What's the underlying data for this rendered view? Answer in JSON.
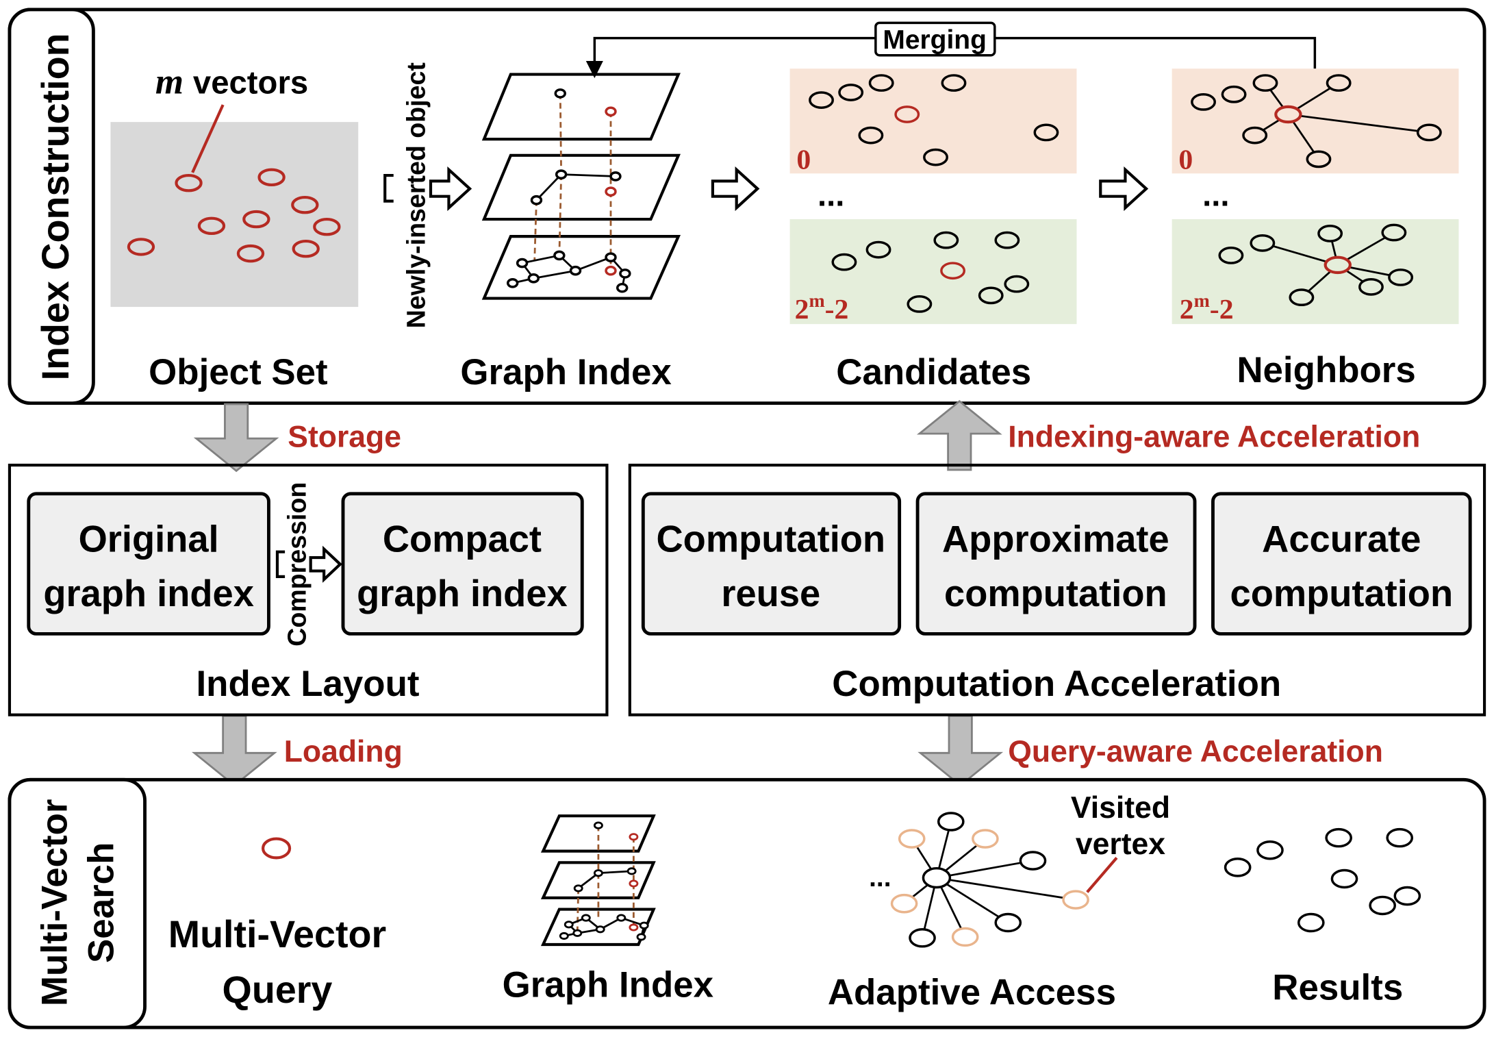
{
  "colors": {
    "accent_red": "#b52a22",
    "visited_orange": "#e9b48c",
    "level_first_bg": "#f8e4d7",
    "level_last_bg": "#e5eedb",
    "object_set_bg": "#d9d9d9",
    "box_fill": "#efefef",
    "arrow_gray": "#bdbdbd",
    "dashed_link": "#9b5a2f"
  },
  "index_construction": {
    "panel_label": "Index Construction",
    "object_set": {
      "var": "m",
      "var_suffix": "vectors",
      "label": "Object Set"
    },
    "graph_index": {
      "side_label": "Newly-inserted object",
      "label": "Graph Index"
    },
    "merging_label": "Merging",
    "candidates": {
      "level_first": "0",
      "ellipsis": "...",
      "level_last": {
        "base": "2",
        "sup": "m",
        "tail": "-2"
      },
      "label": "Candidates"
    },
    "neighbors": {
      "level_first": "0",
      "ellipsis": "...",
      "level_last": {
        "base": "2",
        "sup": "m",
        "tail": "-2"
      },
      "label": "Neighbors"
    }
  },
  "flows": {
    "storage": "Storage",
    "indexing_aware": "Indexing-aware Acceleration",
    "loading": "Loading",
    "query_aware": "Query-aware Acceleration"
  },
  "index_layout": {
    "original": [
      "Original",
      "graph index"
    ],
    "compression": "Compression",
    "compact": [
      "Compact",
      "graph index"
    ],
    "label": "Index Layout"
  },
  "computation_acceleration": {
    "boxes": [
      {
        "line1": "Computation",
        "line2": "reuse"
      },
      {
        "line1": "Approximate",
        "line2": "computation"
      },
      {
        "line1": "Accurate",
        "line2": "computation"
      }
    ],
    "label": "Computation Acceleration"
  },
  "multi_vector_search": {
    "panel_label": [
      "Multi-Vector",
      "Search"
    ],
    "query": {
      "line1": "Multi-Vector",
      "line2": "Query"
    },
    "graph_index_label": "Graph Index",
    "adaptive": {
      "ellipsis": "...",
      "visited_line1": "Visited",
      "visited_line2": "vertex",
      "label": "Adaptive Access"
    },
    "results_label": "Results"
  }
}
